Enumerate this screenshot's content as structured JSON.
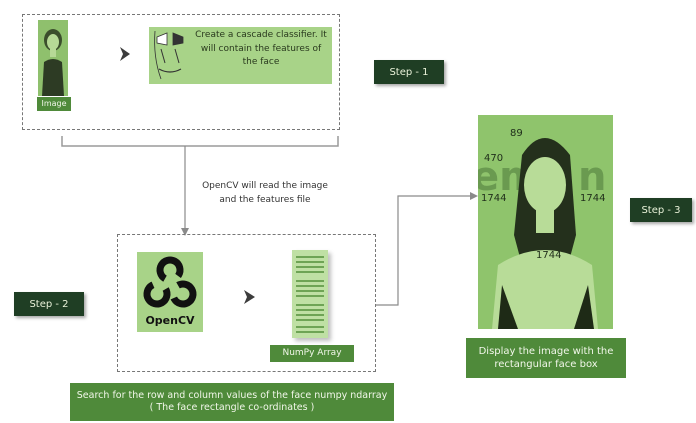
{
  "steps": {
    "step1": "Step - 1",
    "step2": "Step - 2",
    "step3": "Step - 3"
  },
  "image_label": "Image",
  "cascade_text": "Create a cascade classifier. It will contain the features of the face",
  "opencv_note": "OpenCV will read the image and the features file",
  "opencv_label": "OpenCV",
  "numpy_label": "NumPy Array",
  "search_text": "Search for the row and column values of the face numpy ndarray ( The face rectangle co-ordinates )",
  "display_text": "Display the image with the rectangular face box",
  "face_numbers": {
    "n1": "89",
    "n2": "470",
    "n3": "1744",
    "n4": "1744",
    "n5": "1744"
  },
  "colors": {
    "dark_green": "#1f3e24",
    "mid_green": "#4f8a3a",
    "light_green": "#a8d388"
  }
}
